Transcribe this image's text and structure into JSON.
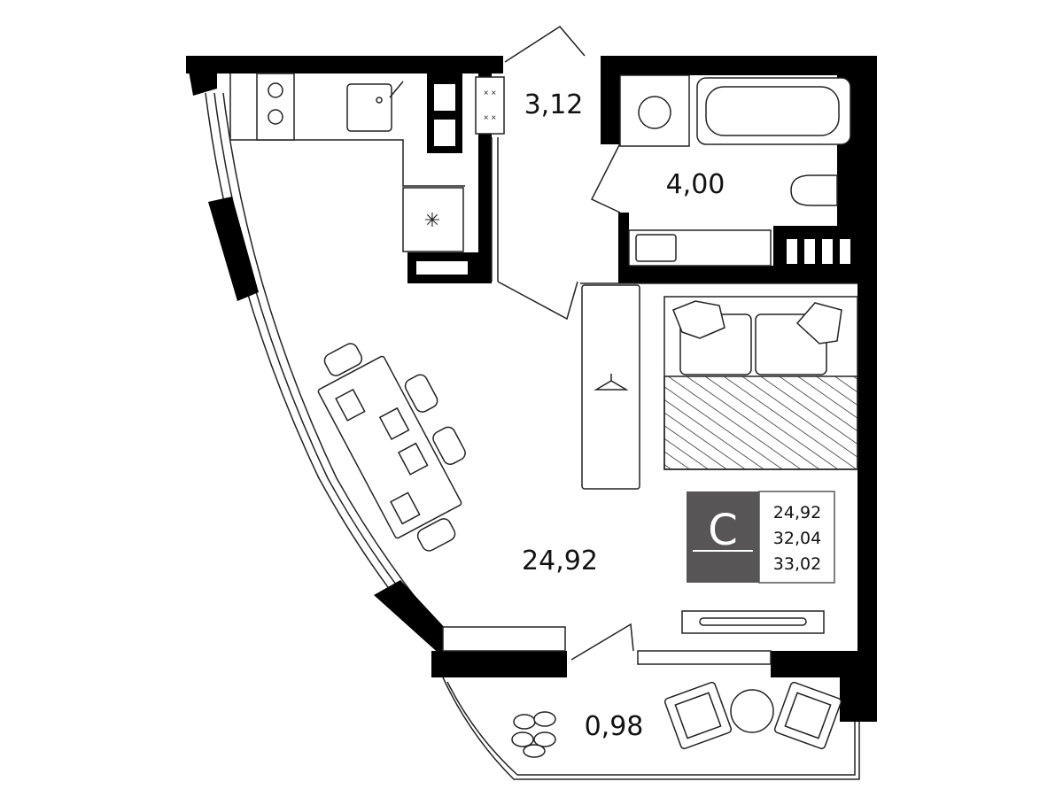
{
  "plan": {
    "rooms": [
      {
        "name": "kitchen-hall",
        "area": "3,12"
      },
      {
        "name": "bathroom",
        "area": "4,00"
      },
      {
        "name": "living-room",
        "area": "24,92"
      },
      {
        "name": "balcony",
        "area": "0,98"
      }
    ],
    "legend": {
      "type_letter": "С",
      "living_area": "24,92",
      "total_area": "32,04",
      "total_area_with_balcony": "33,02",
      "badge_color": "#585556"
    }
  }
}
